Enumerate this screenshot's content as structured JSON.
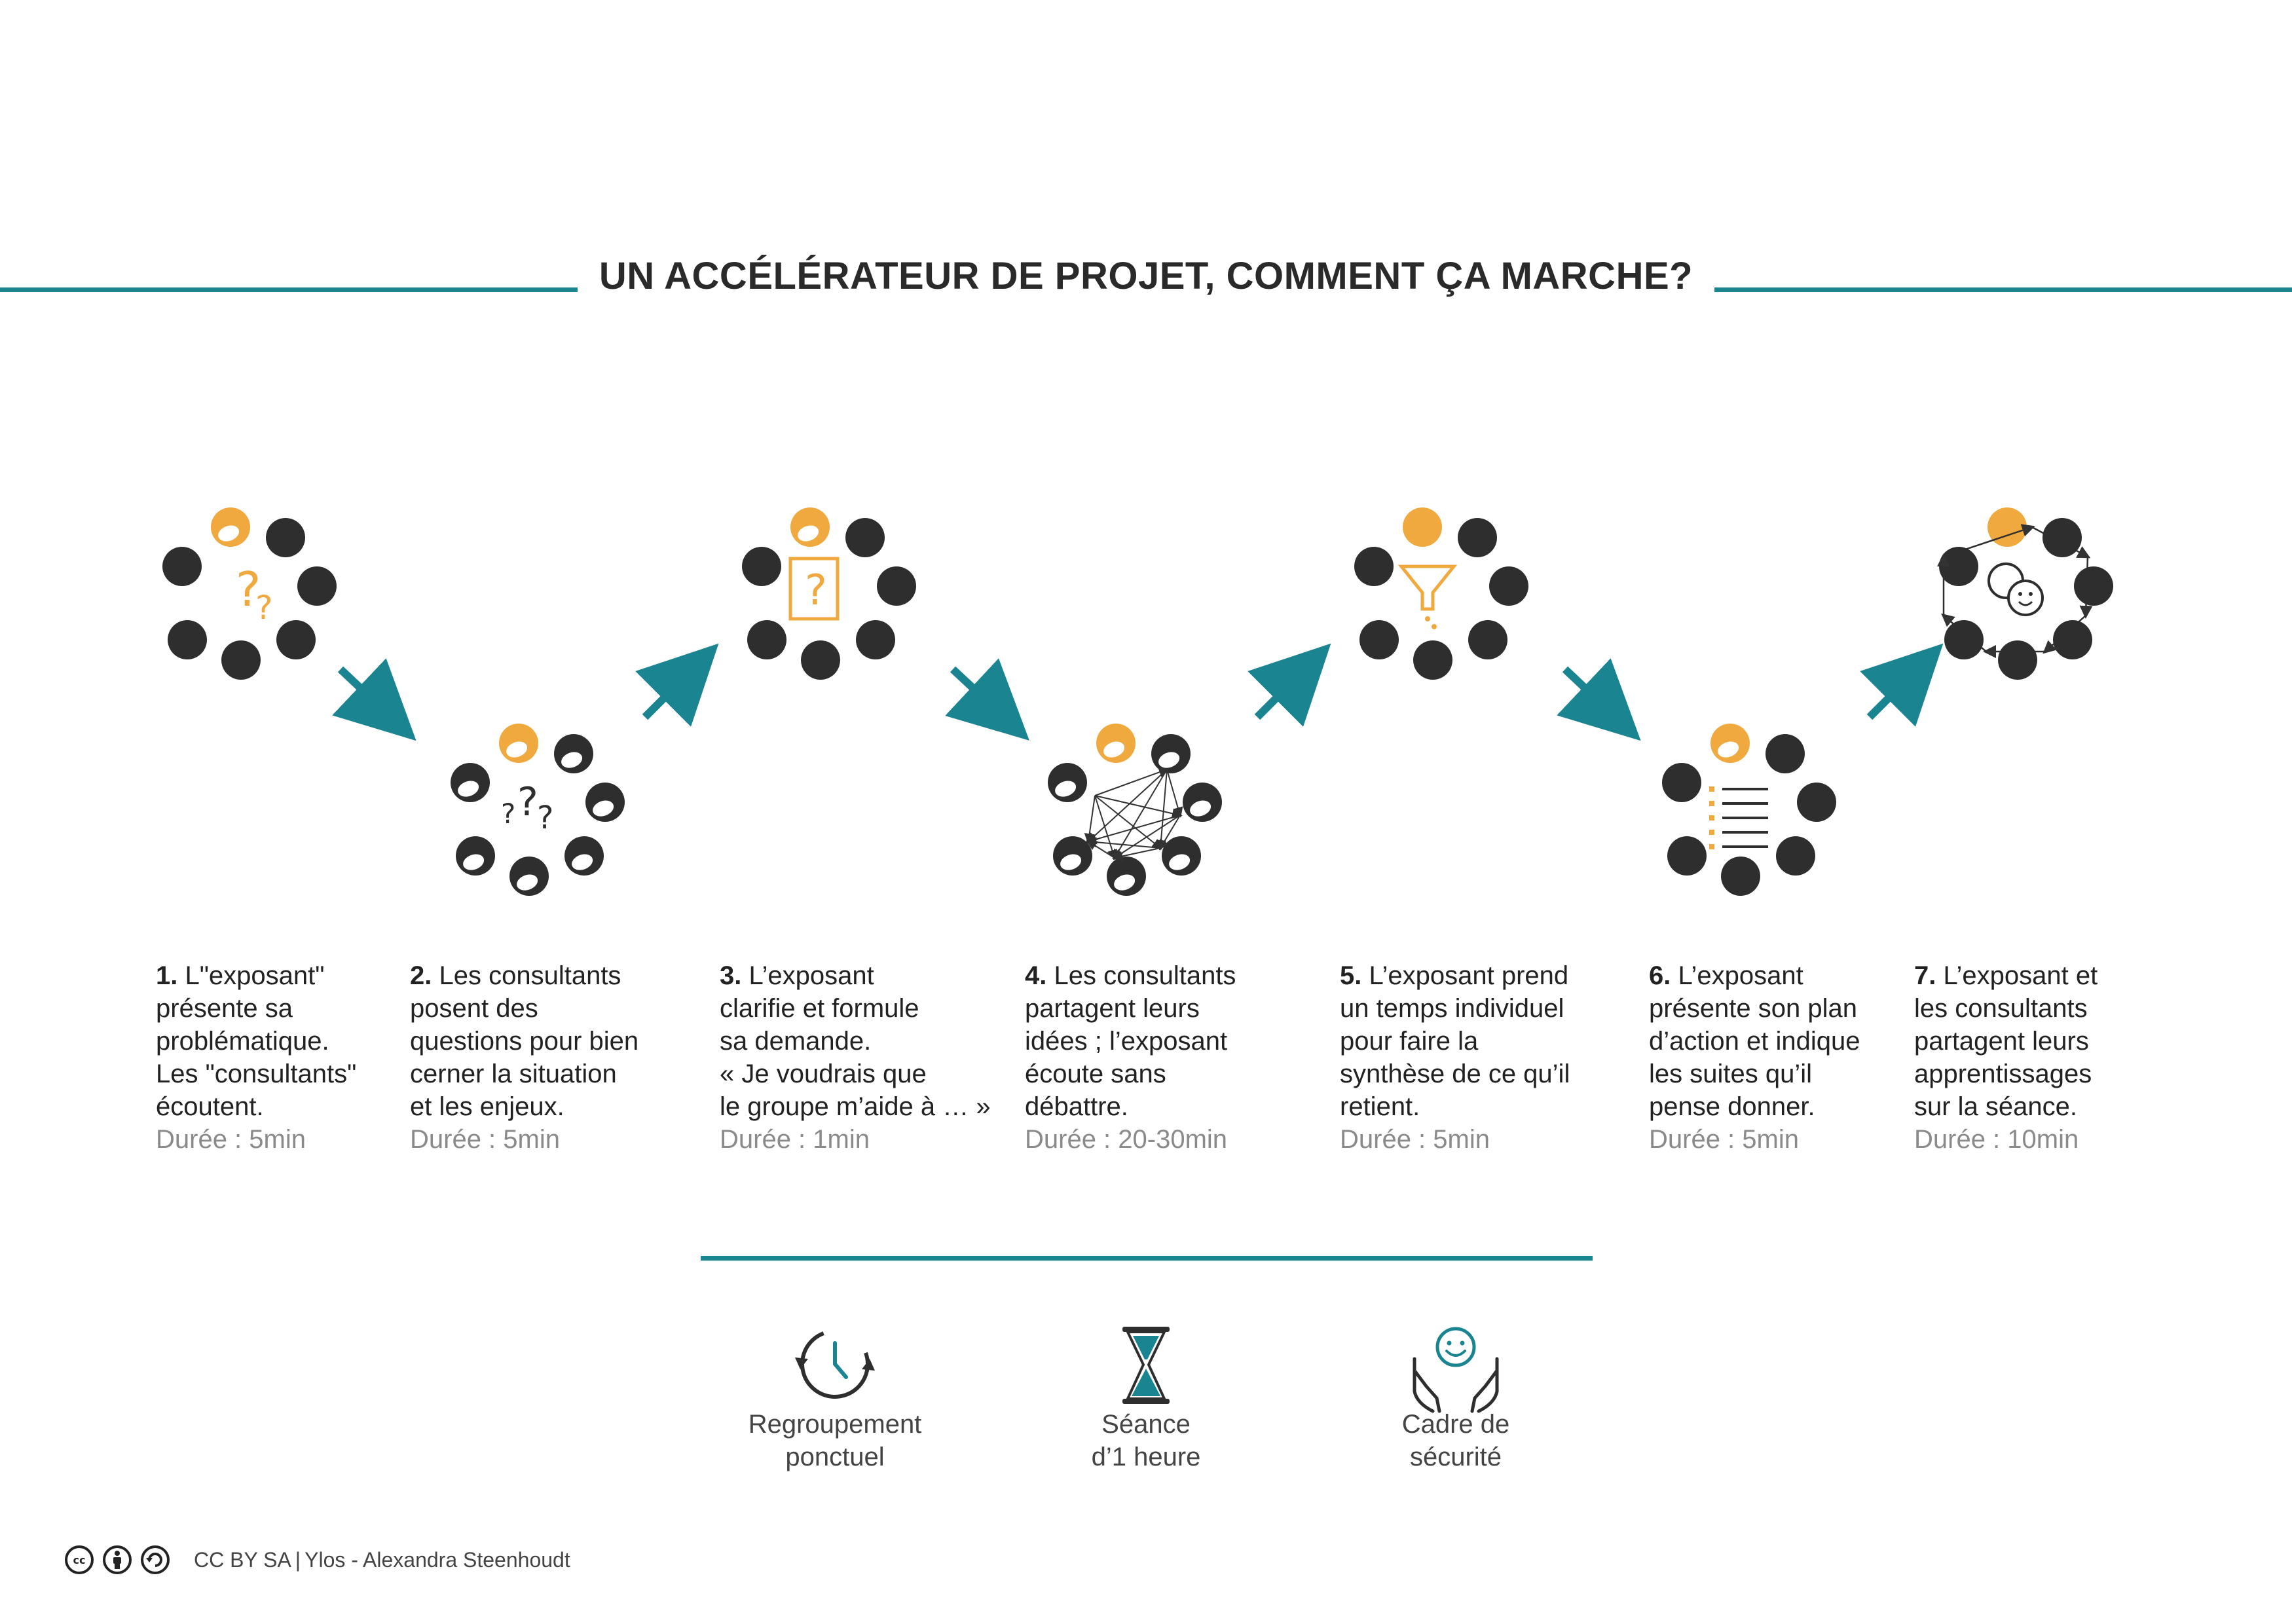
{
  "title": "UN ACCÉLÉRATEUR DE PROJET, COMMENT ÇA MARCHE?",
  "steps": [
    {
      "num": "1.",
      "lines": [
        "L\"exposant\"",
        "présente sa",
        "problématique.",
        "Les \"consultants\"",
        "écoutent."
      ],
      "duration": "Durée : 5min"
    },
    {
      "num": "2.",
      "lines": [
        "Les consultants",
        "posent des",
        "questions pour bien",
        "cerner la situation",
        "et les enjeux."
      ],
      "duration": "Durée : 5min"
    },
    {
      "num": "3.",
      "lines": [
        "L’exposant",
        "clarifie et formule",
        "sa demande.",
        "« Je voudrais que",
        "le groupe m’aide à … »"
      ],
      "duration": "Durée : 1min"
    },
    {
      "num": "4.",
      "lines": [
        "Les consultants",
        "partagent leurs",
        "idées ; l’exposant",
        "écoute sans",
        "débattre."
      ],
      "duration": "Durée : 20-30min"
    },
    {
      "num": "5.",
      "lines": [
        "L’exposant prend",
        "un temps individuel",
        "pour faire la",
        "synthèse de ce qu’il",
        "retient."
      ],
      "duration": "Durée : 5min"
    },
    {
      "num": "6.",
      "lines": [
        "L’exposant",
        "présente son plan",
        "d’action et indique",
        "les suites qu’il",
        "pense donner."
      ],
      "duration": "Durée : 5min"
    },
    {
      "num": "7.",
      "lines": [
        "L’exposant et",
        "les consultants",
        "partagent leurs",
        "apprentissages",
        "sur la séance."
      ],
      "duration": "Durée : 10min"
    }
  ],
  "features": [
    {
      "icon": "clock-cycle-icon",
      "lines": [
        "Regroupement",
        "ponctuel"
      ]
    },
    {
      "icon": "hourglass-icon",
      "lines": [
        "Séance",
        "d’1 heure"
      ]
    },
    {
      "icon": "hands-smiley-icon",
      "lines": [
        "Cadre de",
        "sécurité"
      ]
    }
  ],
  "footer": {
    "license": "CC BY SA",
    "separator": "|",
    "credit": "Ylos - Alexandra Steenhoudt"
  },
  "colors": {
    "accent": "#1a8590",
    "exposant": "#f0a93e",
    "consultant": "#2e2e2e",
    "text": "#222222",
    "duration": "#8a8a8a"
  }
}
